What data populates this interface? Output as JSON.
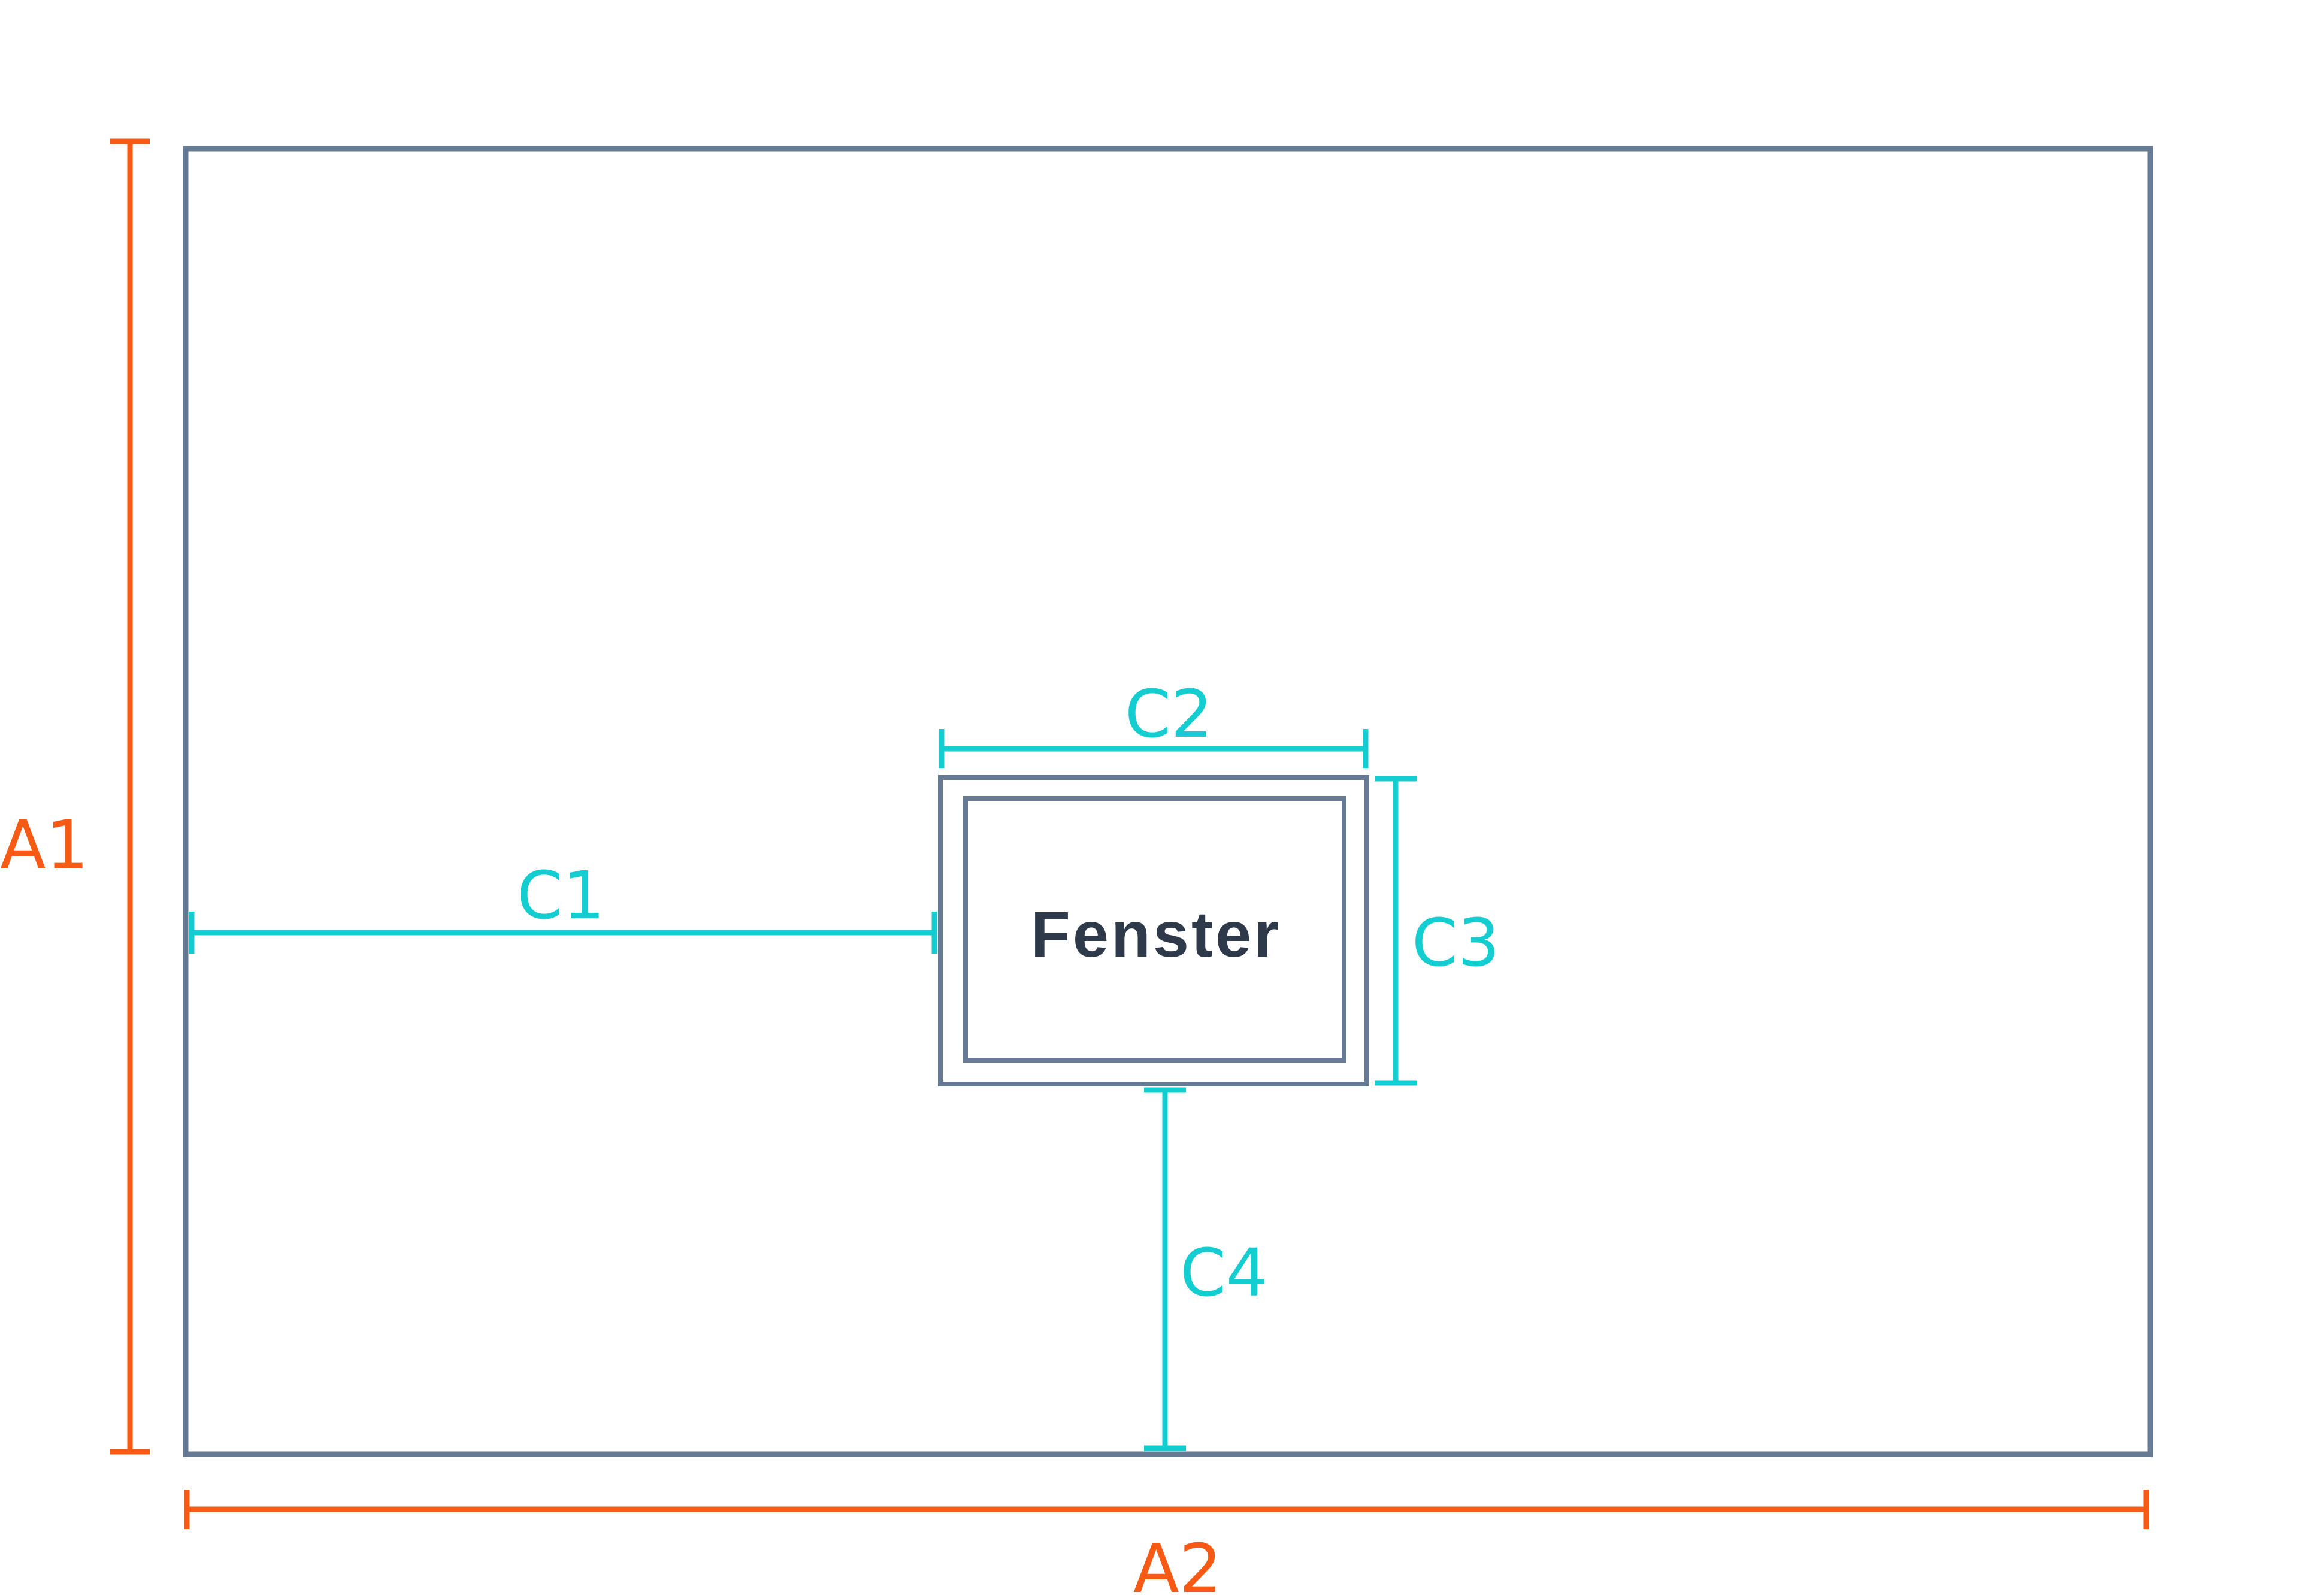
{
  "colors": {
    "outline": "#667a93",
    "dimension_outer": "#f75a14",
    "dimension_inner": "#14cdd0",
    "window_text": "#2e3a4a"
  },
  "labels": {
    "a1": "A1",
    "a2": "A2",
    "c1": "C1",
    "c2": "C2",
    "c3": "C3",
    "c4": "C4",
    "window": "Fenster"
  }
}
